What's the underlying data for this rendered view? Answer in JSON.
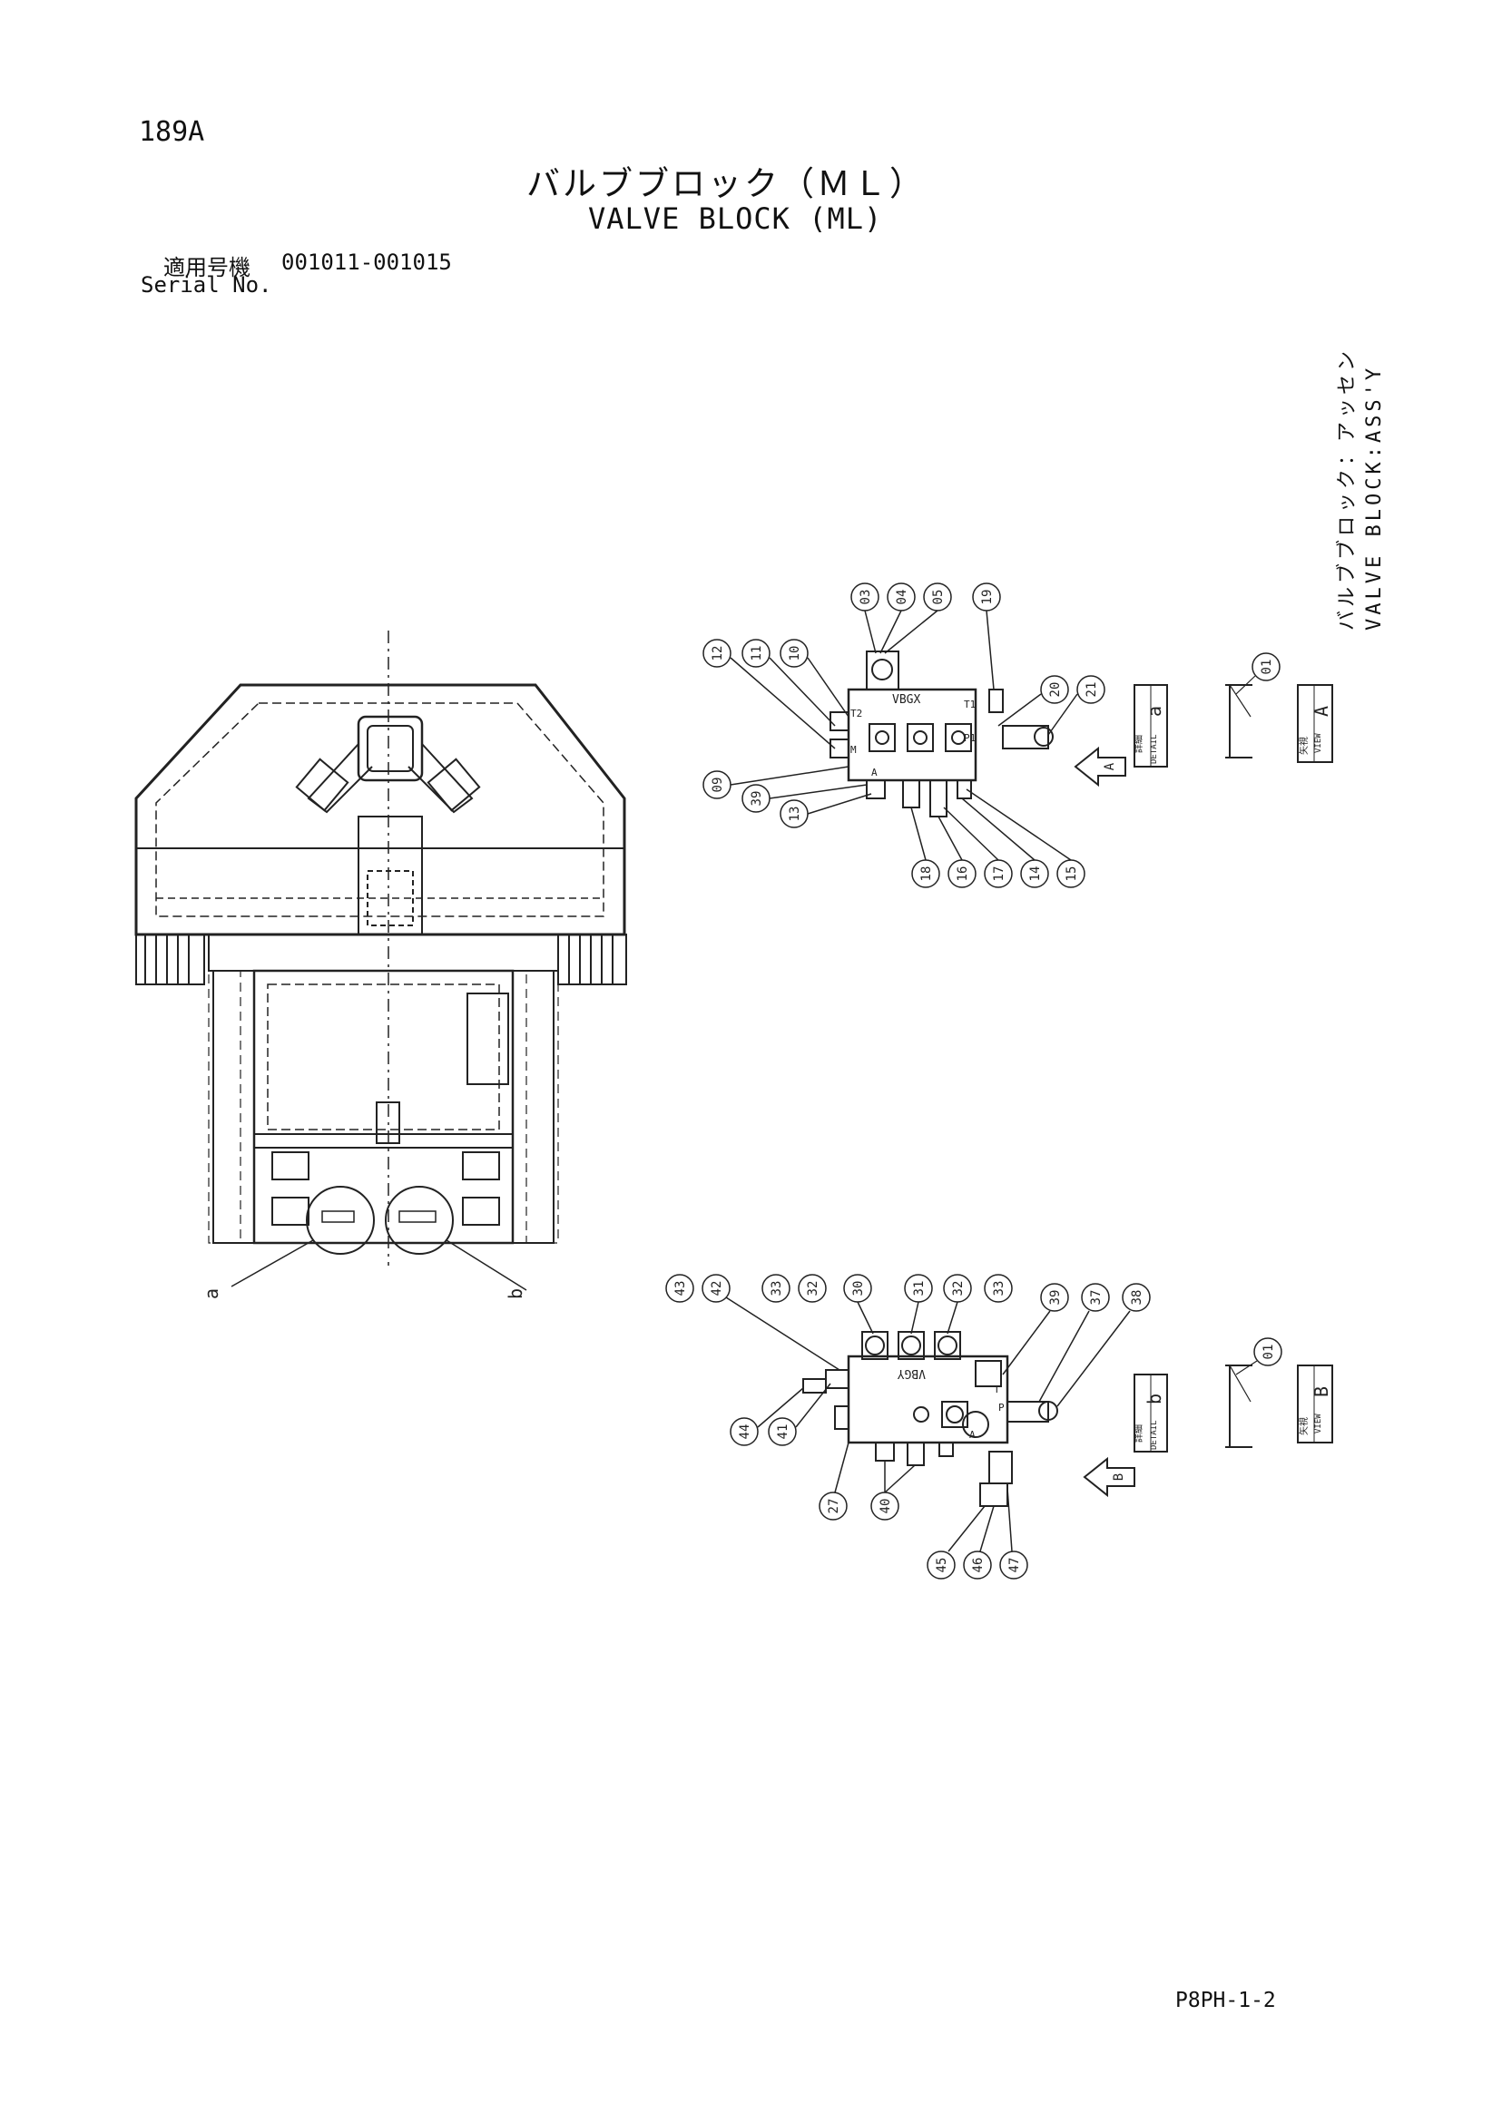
{
  "header": {
    "page_number": "189A",
    "title_jp": "バルブブロック（ＭＬ）",
    "title_en": "VALVE BLOCK (ML)",
    "serial_label_jp": "適用号機",
    "serial_value": "001011-001015",
    "serial_label_en": "Serial No."
  },
  "side_label": {
    "line1": "バルブブロック：アッセン",
    "line2": "VALVE BLOCK:ASS'Y"
  },
  "footer": {
    "drawing_code": "P8PH-1-2"
  },
  "valve_a": {
    "block_label": "VBGX",
    "ports": [
      "T2",
      "T1",
      "M",
      "P1",
      "A"
    ],
    "balloons_top": [
      "03",
      "04",
      "05",
      "19"
    ],
    "balloons_left": [
      "12",
      "11",
      "10"
    ],
    "balloons_right": [
      "20",
      "21"
    ],
    "balloons_bottom_left": [
      "09",
      "39",
      "13"
    ],
    "balloons_bottom": [
      "18",
      "16",
      "17",
      "14",
      "15"
    ],
    "detail_letter": "a",
    "detail_jp": "詳細",
    "detail_en": "DETAIL",
    "view_letter": "A",
    "view_jp": "矢視",
    "view_en": "VIEW",
    "view_balloon": "01",
    "arrow_letter": "A"
  },
  "valve_b": {
    "block_label": "VBGY",
    "ports": [
      "T",
      "P",
      "A"
    ],
    "balloons_top": [
      "43",
      "42",
      "33",
      "32",
      "30",
      "31",
      "32",
      "33"
    ],
    "balloons_right": [
      "39",
      "37",
      "38"
    ],
    "balloons_left": [
      "44",
      "41"
    ],
    "balloons_bottom": [
      "27",
      "40",
      "45",
      "46",
      "47"
    ],
    "detail_letter": "b",
    "detail_jp": "詳細",
    "detail_en": "DETAIL",
    "view_letter": "B",
    "view_jp": "矢視",
    "view_en": "VIEW",
    "view_balloon": "01",
    "arrow_letter": "B"
  },
  "machine": {
    "label_a": "a",
    "label_b": "b"
  }
}
